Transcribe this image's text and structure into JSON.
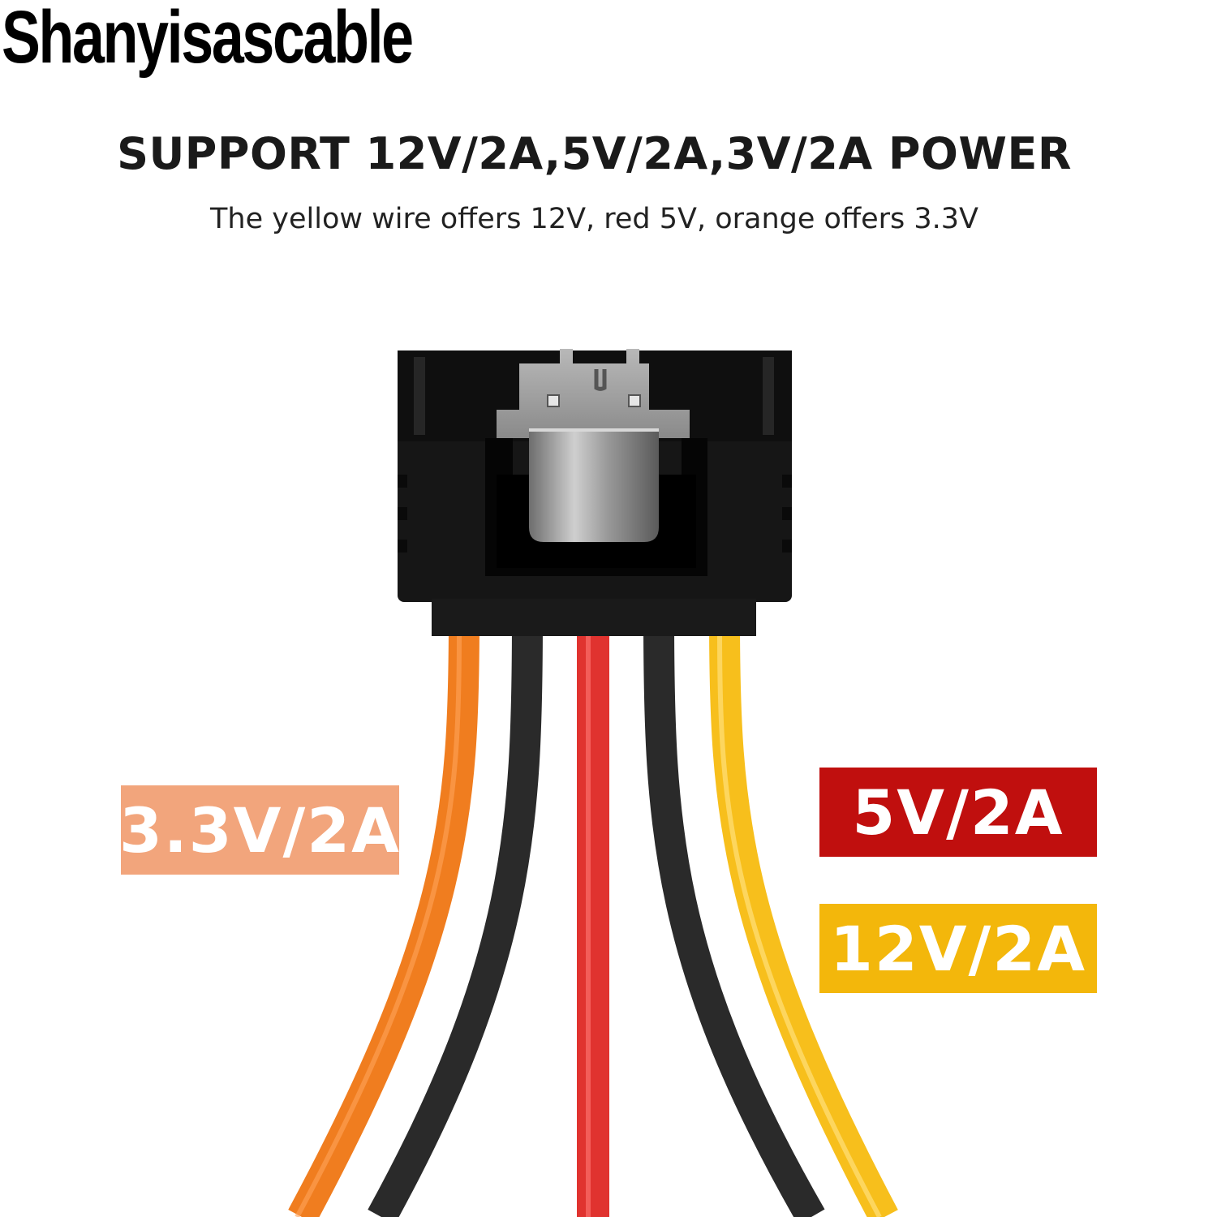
{
  "brand": "Shanyisascable",
  "headline": "SUPPORT 12V/2A,5V/2A,3V/2A POWER",
  "subline": "The yellow wire offers 12V, red  5V, orange offers 3.3V",
  "labels": {
    "orange": "3.3V/2A",
    "red": "5V/2A",
    "yellow": "12V/2A"
  },
  "colors": {
    "orange_wire": "#f07d1f",
    "red_wire": "#e0332f",
    "yellow_wire": "#f7bf1c",
    "black_wire": "#2a2a2a",
    "connector": "#161616",
    "label_orange": "#f2a57c",
    "label_red": "#c00f0e",
    "label_yellow": "#f3b70b"
  }
}
